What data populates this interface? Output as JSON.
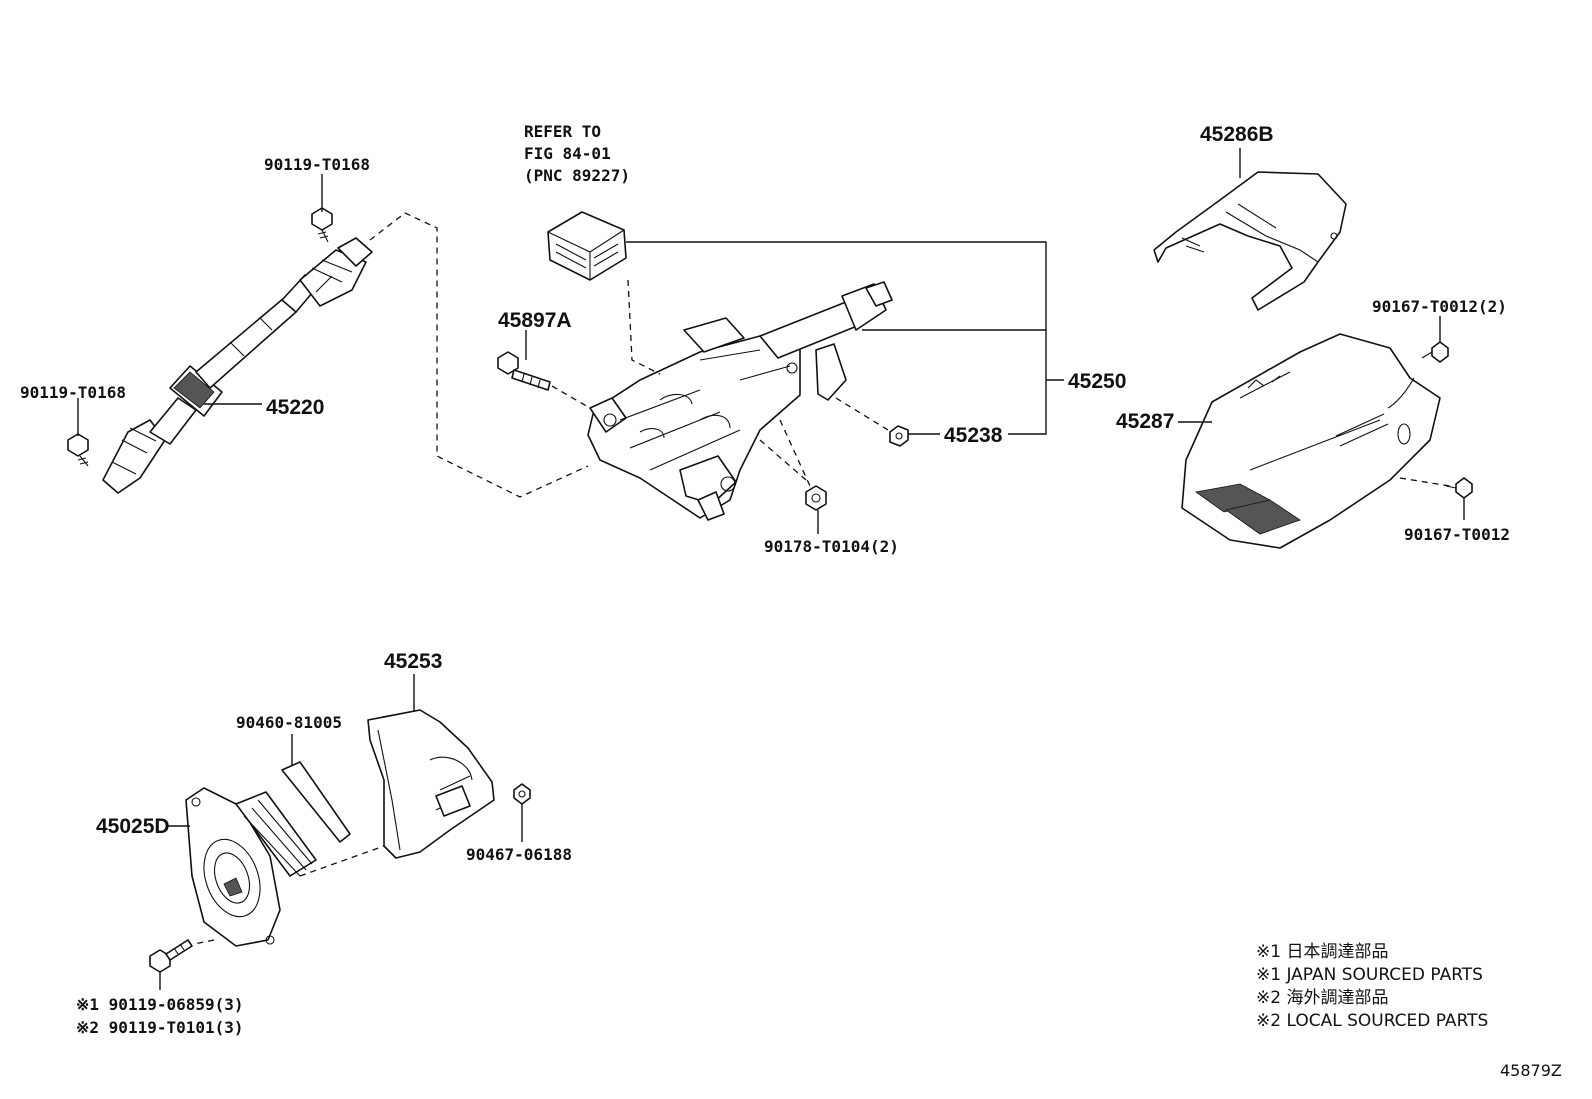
{
  "labels": {
    "ref_line1": "REFER TO",
    "ref_line2": "FIG 84-01",
    "ref_line3": "(PNC 89227)",
    "p90119_top": "90119-T0168",
    "p90119_left": "90119-T0168",
    "p45220": "45220",
    "p45897A": "45897A",
    "p45250": "45250",
    "p45238": "45238",
    "p90178": "90178-T0104(2)",
    "p45286B": "45286B",
    "p90167_2": "90167-T0012(2)",
    "p45287": "45287",
    "p90167": "90167-T0012",
    "p45253": "45253",
    "p90460": "90460-81005",
    "p45025D": "45025D",
    "p90467": "90467-06188",
    "bolt1": "※1 90119-06859(3)",
    "bolt2": "※2 90119-T0101(3)"
  },
  "legend": [
    "※1 日本調達部品",
    "※1 JAPAN SOURCED PARTS",
    "※2 海外調達部品",
    "※2 LOCAL SOURCED PARTS"
  ],
  "figure_id": "45879Z"
}
